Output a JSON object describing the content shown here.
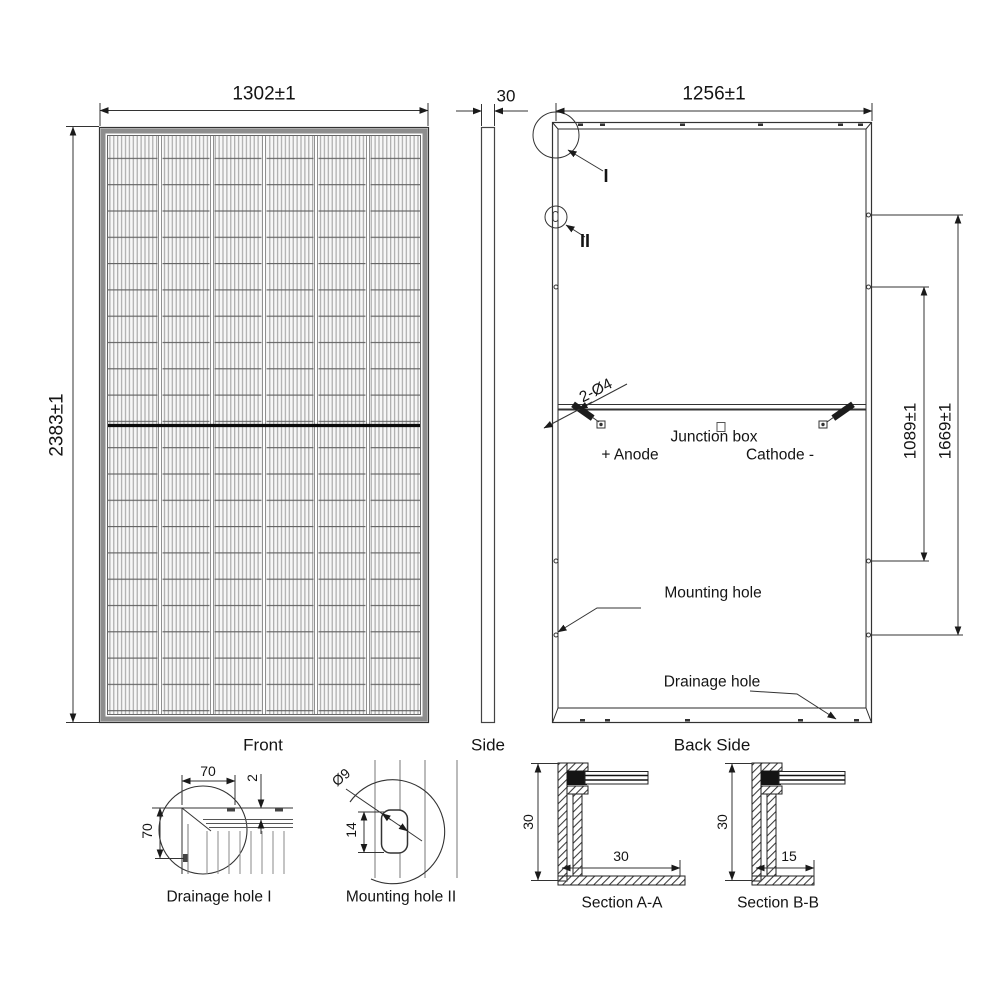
{
  "drawing": {
    "line_color": "#2a2a2a",
    "frame_color": "#8e8e8e",
    "views": {
      "front": {
        "label": "Front",
        "width_dim": "1302±1",
        "height_dim": "2383±1"
      },
      "side": {
        "label": "Side",
        "thickness_dim": "30"
      },
      "back": {
        "label": "Back Side",
        "width_dim": "1256±1",
        "mount_span_dim": "1089±1",
        "outer_span_dim": "1669±1",
        "holes_spec": "2-Ø4",
        "junction_box": "Junction box",
        "anode": "+ Anode",
        "cathode": "Cathode -",
        "mounting_hole": "Mounting hole",
        "drainage_hole": "Drainage hole",
        "detail_ref_i": "I",
        "detail_ref_ii": "II"
      }
    },
    "details": {
      "drainage": {
        "title": "Drainage hole I",
        "dim_width": "70",
        "dim_height": "70",
        "dim_edge": "2"
      },
      "mounting": {
        "title": "Mounting hole II",
        "dim_diameter": "Ø9",
        "dim_length": "14"
      },
      "section_aa": {
        "title": "Section A-A",
        "dim_height": "30",
        "dim_depth": "30"
      },
      "section_bb": {
        "title": "Section B-B",
        "dim_height": "30",
        "dim_depth": "15"
      }
    }
  }
}
